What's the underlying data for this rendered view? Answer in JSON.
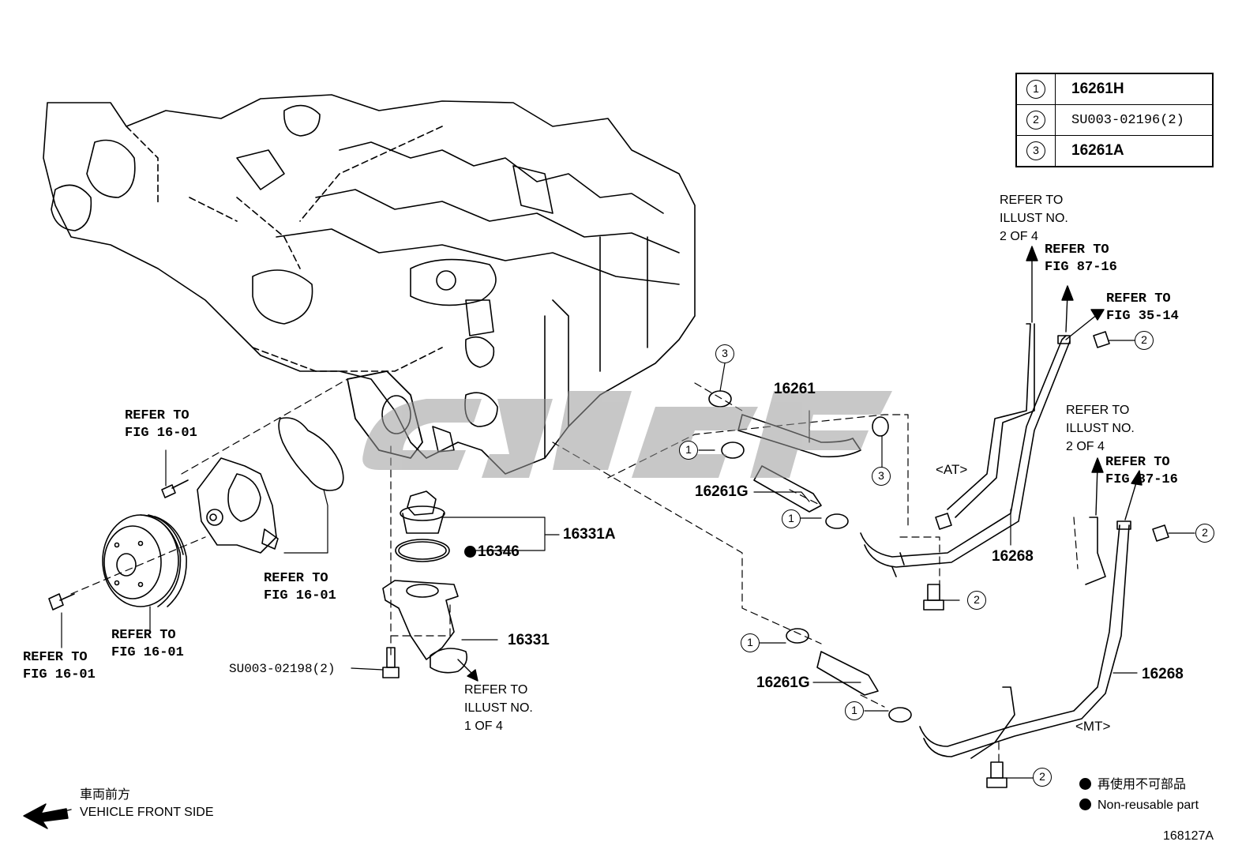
{
  "legend": [
    {
      "index": "1",
      "part": "16261H"
    },
    {
      "index": "2",
      "part": "SU003-02196(2)"
    },
    {
      "index": "3",
      "part": "16261A"
    }
  ],
  "callouts": {
    "c1": "1",
    "c2": "2",
    "c3": "3"
  },
  "labels": {
    "p16261": "16261",
    "p16261G_a": "16261G",
    "p16261G_b": "16261G",
    "p16268_a": "16268",
    "p16268_b": "16268",
    "p16331A": "16331A",
    "p16346": "16346",
    "p16331": "16331",
    "su_bolt": "SU003-02198(2)",
    "at": "<AT>",
    "mt": "<MT>"
  },
  "references": {
    "illust_2of4_top": [
      "REFER TO",
      "ILLUST NO.",
      "2 OF 4"
    ],
    "fig_87_16_top": [
      "REFER TO",
      "FIG 87-16"
    ],
    "fig_35_14": [
      "REFER TO",
      "FIG 35-14"
    ],
    "illust_2of4_mid": [
      "REFER TO",
      "ILLUST NO.",
      "2 OF 4"
    ],
    "fig_87_16_mid": [
      "REFER TO",
      "FIG 87-16"
    ],
    "fig_16_01_bolt": [
      "REFER TO",
      "FIG 16-01"
    ],
    "fig_16_01_gasket": [
      "REFER TO",
      "FIG 16-01"
    ],
    "fig_16_01_pulley": [
      "REFER TO",
      "FIG 16-01"
    ],
    "fig_16_01_pulleybolt": [
      "REFER TO",
      "FIG 16-01"
    ],
    "illust_1of4": [
      "REFER TO",
      "ILLUST NO.",
      "1 OF 4"
    ]
  },
  "footer": {
    "direction_jp": "車両前方",
    "direction_en": "VEHICLE FRONT SIDE",
    "nonreusable_jp": "再使用不可部品",
    "nonreusable_en": "Non-reusable part",
    "illust_id": "168127A"
  }
}
